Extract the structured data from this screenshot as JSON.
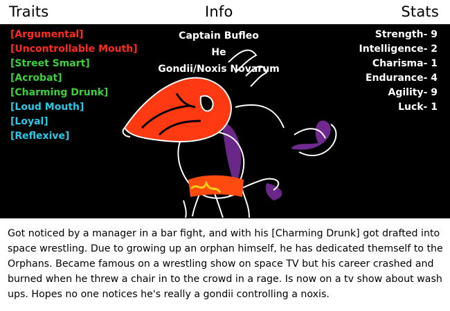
{
  "header": {
    "traits_title": "Traits",
    "info_title": "Info",
    "stats_title": "Stats"
  },
  "traits": [
    {
      "label": "[Argumental]",
      "color": "#ff2a1a"
    },
    {
      "label": "[Uncontrollable Mouth]",
      "color": "#ff2a1a"
    },
    {
      "label": "[Street Smart]",
      "color": "#3ad13a"
    },
    {
      "label": "[Acrobat]",
      "color": "#3ad13a"
    },
    {
      "label": "[Charming Drunk]",
      "color": "#3ad13a"
    },
    {
      "label": "[Loud Mouth]",
      "color": "#29c9e8"
    },
    {
      "label": "[Loyal]",
      "color": "#29c9e8"
    },
    {
      "label": "[Reflexive]",
      "color": "#29c9e8"
    }
  ],
  "info": {
    "name": "Captain Bufleo",
    "pronoun": "He",
    "species": "Gondii/Noxis Novarum"
  },
  "stats": [
    {
      "label": "Strength- 9"
    },
    {
      "label": "Intelligence- 2"
    },
    {
      "label": "Charisma- 1"
    },
    {
      "label": "Endurance- 4"
    },
    {
      "label": "Agility- 9"
    },
    {
      "label": "Luck- 1"
    }
  ],
  "description": "Got noticed by a manager in a bar fight, and with his [Charming Drunk] got drafted into space wrestling. Due to growing up an orphan himself, he has dedicated themself to the Orphans. Became famous on a wrestling show on space TV but his career crashed and burned when he threw a chair in to the crowd in a rage. Is now on a tv show about wash ups. Hopes no one notices he's really a gondii controlling a noxis.",
  "colors": {
    "panel_bg": "#000000",
    "mask": "#ff3a12",
    "accent_purple": "#7b2fa0"
  }
}
